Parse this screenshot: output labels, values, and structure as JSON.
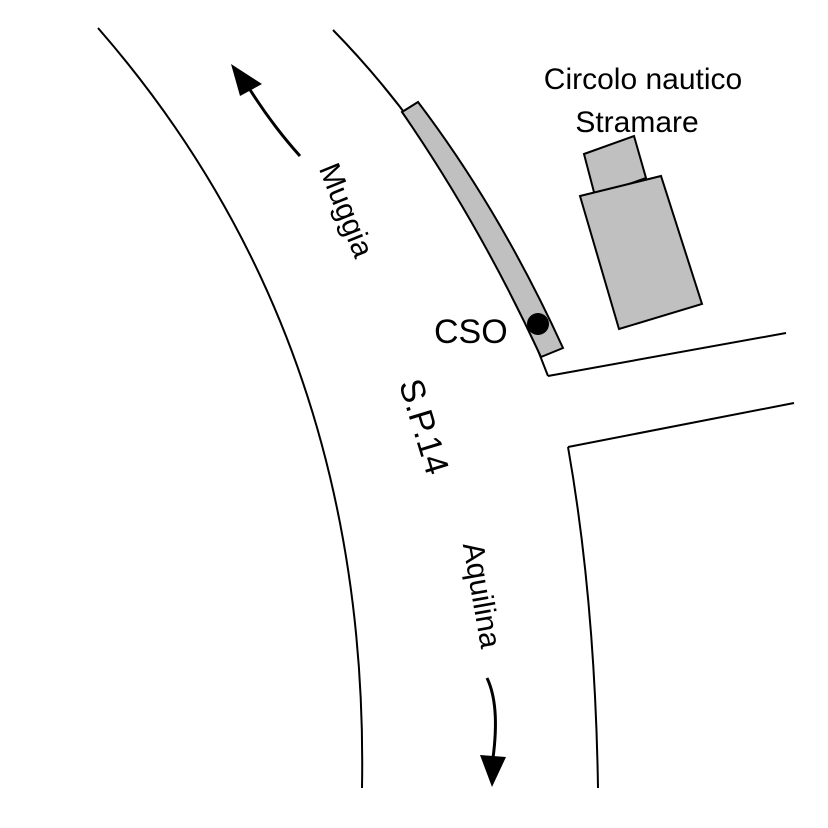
{
  "map": {
    "building_name_line1": "Circolo nautico",
    "building_name_line2": "Stramare",
    "station_label": "CSO",
    "road_label": "S.P.14",
    "direction_north": "Muggia",
    "direction_south": "Aquilina"
  },
  "colors": {
    "background": "#ffffff",
    "line": "#000000",
    "fill_gray": "#c0c0c0"
  }
}
